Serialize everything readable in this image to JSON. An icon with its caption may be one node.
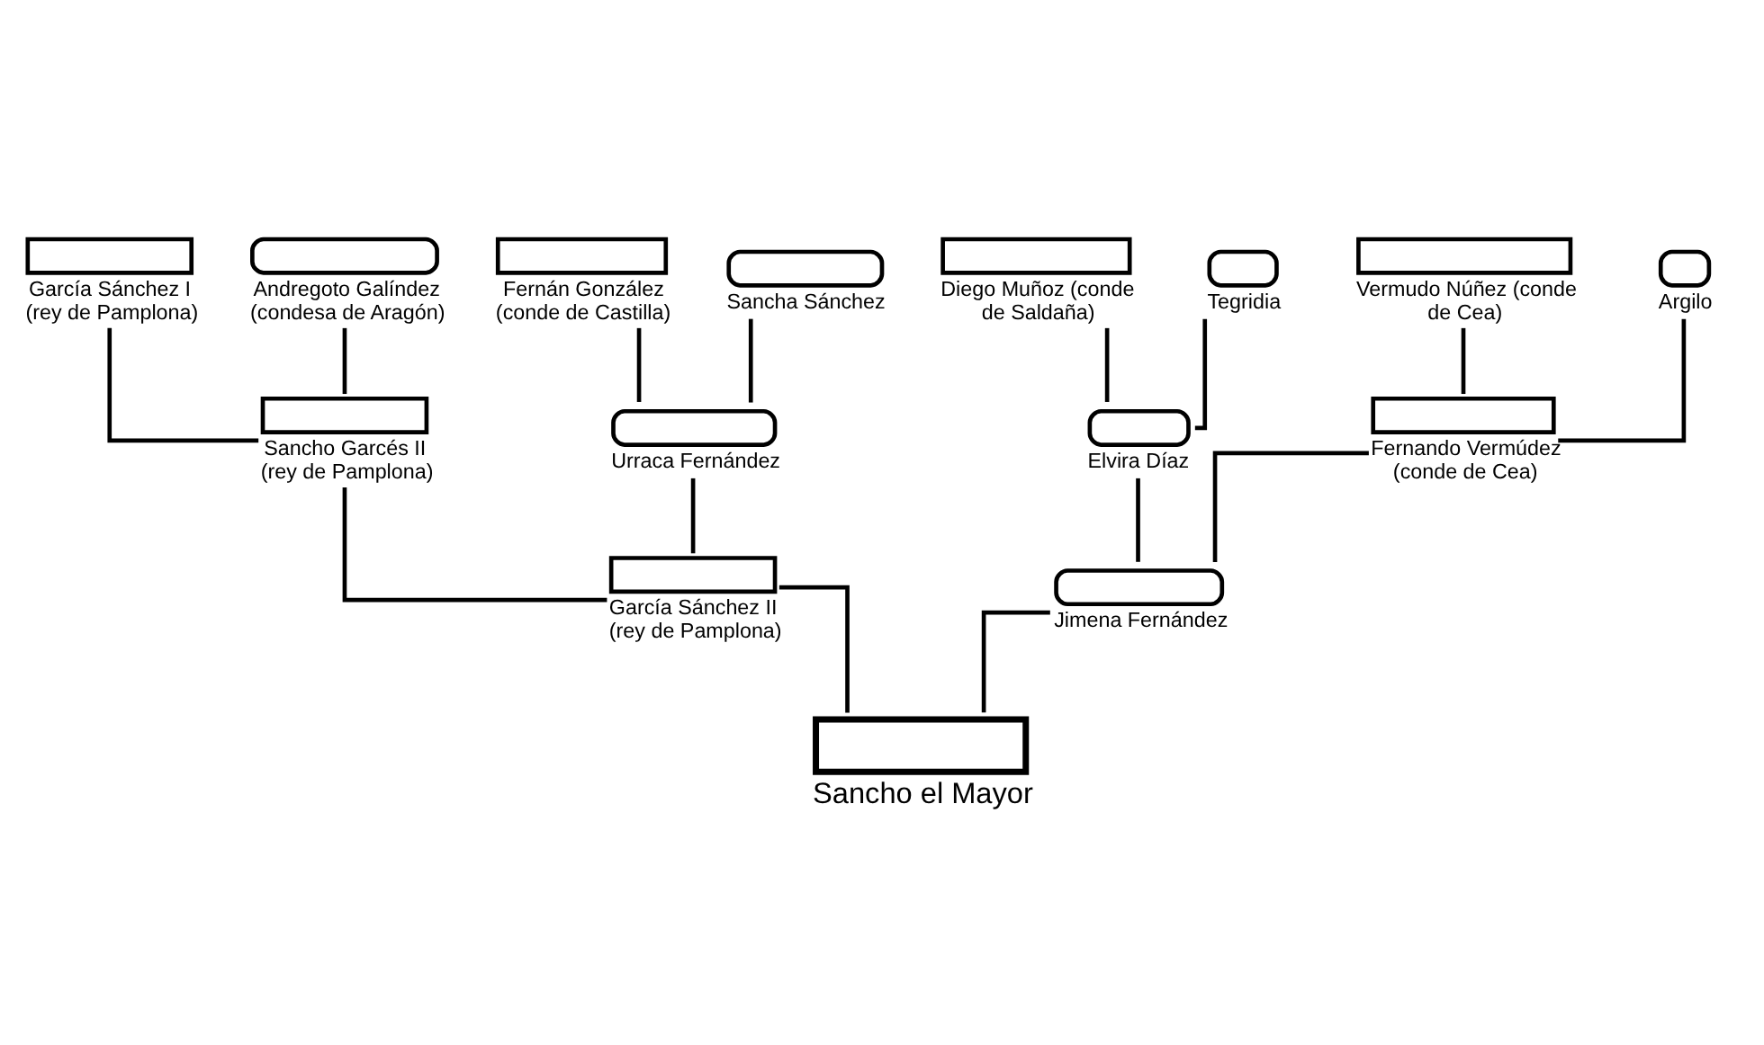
{
  "diagram": {
    "nodes": [
      {
        "text": [
          "García Sánchez I (rey de Pamplona)"
        ]
      },
      {
        "text": [
          "Andregoto Galíndez (condesa de Aragón)"
        ]
      },
      {
        "text": [
          "Fernán González (conde de Castilla)"
        ]
      },
      {
        "text": [
          "Sancha Sánchez"
        ]
      },
      {
        "text": [
          "Diego Muñoz (conde de Saldaña)"
        ]
      },
      {
        "text": [
          "Tegridia"
        ]
      },
      {
        "text": [
          "Vermudo Núñez (conde de Cea)"
        ]
      },
      {
        "text": [
          "Argilo"
        ]
      },
      {
        "text": [
          "Sancho Garcés II (rey de Pamplona)"
        ]
      },
      {
        "text": [
          "Urraca Fernández"
        ]
      },
      {
        "text": [
          "Elvira Díaz"
        ]
      },
      {
        "text": [
          "Fernando Vermúdez (conde de Cea)"
        ]
      },
      {
        "text": [
          "García Sánchez II (rey de Pamplona)"
        ]
      },
      {
        "text": [
          "Jimena Fernández"
        ]
      },
      {
        "text": [
          "Sancho el Mayor"
        ]
      }
    ],
    "edges": [
      {
        "from": 0,
        "to": 8,
        "arrow": "none"
      },
      {
        "from": 1,
        "to": 8,
        "arrow": "none"
      },
      {
        "from": 2,
        "to": 9,
        "arrow": "none"
      },
      {
        "from": 3,
        "to": 9,
        "arrow": "none"
      },
      {
        "from": 4,
        "to": 10,
        "arrow": "none"
      },
      {
        "from": 5,
        "to": 10,
        "arrow": "none"
      },
      {
        "from": 6,
        "to": 11,
        "arrow": "none"
      },
      {
        "from": 7,
        "to": 11,
        "arrow": "none"
      },
      {
        "from": 8,
        "to": 12,
        "arrow": "none"
      },
      {
        "from": 9,
        "to": 12,
        "arrow": "none"
      },
      {
        "from": 10,
        "to": 13,
        "arrow": "none"
      },
      {
        "from": 11,
        "to": 13,
        "arrow": "none"
      },
      {
        "from": 12,
        "to": 14,
        "arrow": "none"
      },
      {
        "from": 13,
        "to": 14,
        "arrow": "none"
      }
    ]
  }
}
